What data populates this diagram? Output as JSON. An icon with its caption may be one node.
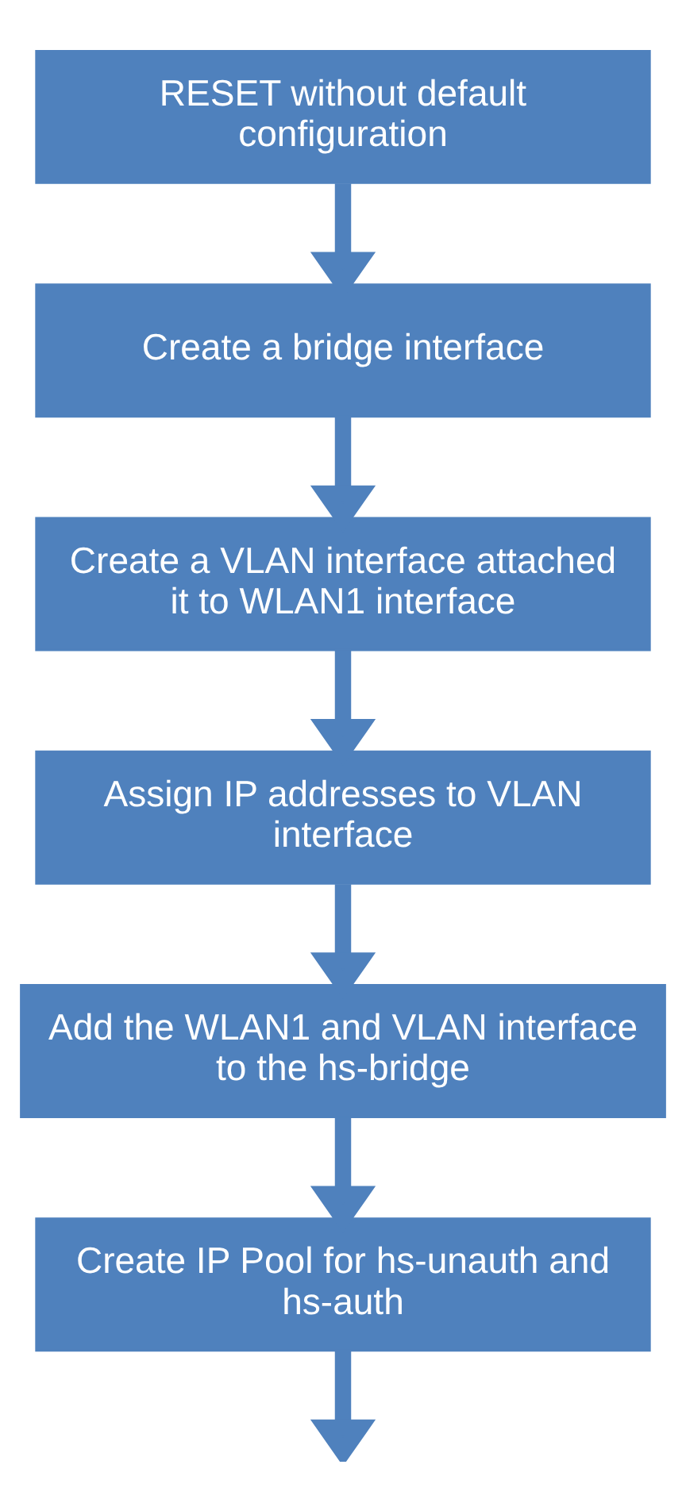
{
  "diagram": {
    "nodes": [
      {
        "text": [
          "RESET without default configuration"
        ]
      },
      {
        "text": [
          "Create a bridge interface"
        ]
      },
      {
        "text": [
          "Create a VLAN interface attached it to WLAN1 interface"
        ]
      },
      {
        "text": [
          "Assign IP addresses to VLAN interface"
        ]
      },
      {
        "text": [
          "Add the WLAN1 and VLAN interface to the hs-bridge"
        ]
      },
      {
        "text": [
          "Create IP Pool for hs-unauth and hs-auth"
        ]
      }
    ],
    "edges": [
      {
        "from": 0,
        "to": 1,
        "arrow": "to"
      },
      {
        "from": 1,
        "to": 2,
        "arrow": "to"
      },
      {
        "from": 2,
        "to": 3,
        "arrow": "to"
      },
      {
        "from": 3,
        "to": 4,
        "arrow": "to"
      },
      {
        "from": 4,
        "to": 5,
        "arrow": "to"
      },
      {
        "from": 5,
        "to": null,
        "arrow": "to"
      }
    ]
  }
}
